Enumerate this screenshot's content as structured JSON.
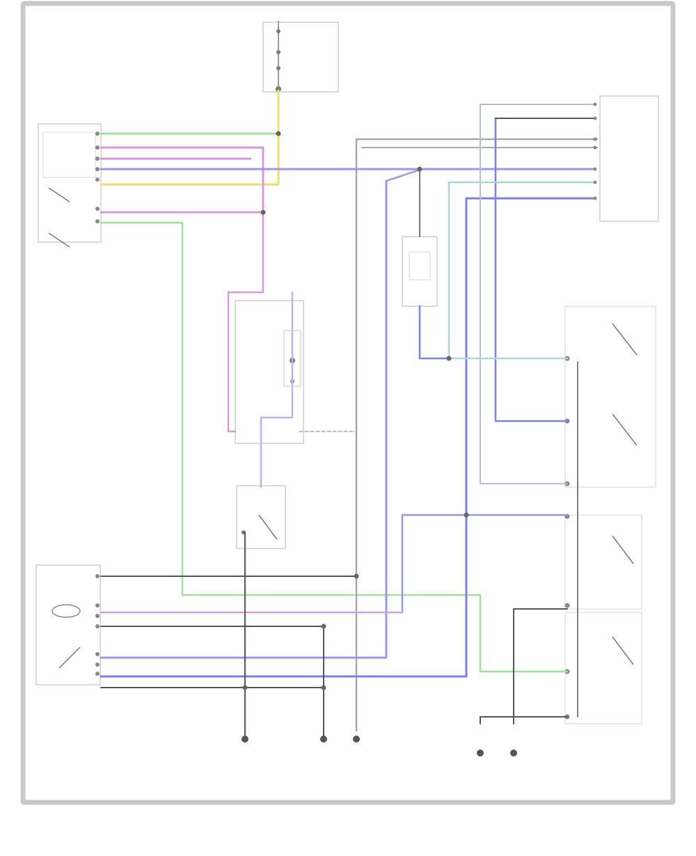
{
  "figure_id": "",
  "colors": {
    "frame": "#c8c8c8",
    "black": "#555555",
    "gray": "#a9a9a9",
    "yellow": "#e6e26a",
    "green": "#9fe09a",
    "violet": "#9a96ef",
    "blue": "#7a7ef0",
    "pink": "#d69ad8",
    "lightblue": "#a9d6dd",
    "lavender": "#b7b7ec"
  },
  "components": [
    {
      "id": "fuse-block",
      "icon": "fuse-panel-icon"
    },
    {
      "id": "mirror-switch-left",
      "icon": "switch-icon"
    },
    {
      "id": "mirror-relay",
      "icon": "relay-icon"
    },
    {
      "id": "motor-module",
      "icon": "motor-icon"
    },
    {
      "id": "control-unit-right",
      "icon": "module-icon"
    },
    {
      "id": "position-switches-right",
      "icon": "switch-icon"
    },
    {
      "id": "mirror-motor-bottom-left",
      "icon": "motor-icon"
    },
    {
      "id": "limit-switch-center",
      "icon": "switch-icon"
    },
    {
      "id": "ground-points",
      "icon": "ground-icon"
    }
  ]
}
